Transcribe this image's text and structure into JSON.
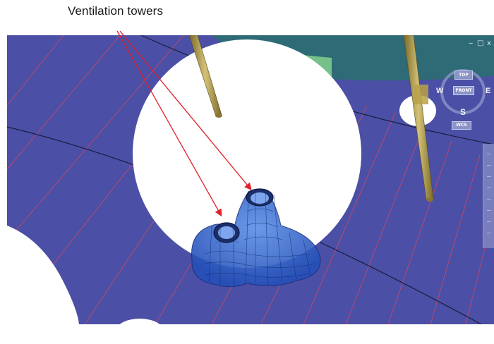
{
  "annotation": {
    "label": "Ventilation towers"
  },
  "window_controls": {
    "minimize": "‒",
    "restore": "□",
    "close": "x"
  },
  "viewcube": {
    "top_button": "TOP",
    "front_button": "FRONT",
    "west": "W",
    "east": "E",
    "south": "S",
    "wcs_button": "WCS"
  },
  "colors": {
    "ground_plane": "#4b4fa6",
    "grid_lines": "#c04a6a",
    "cutouts": "#ffffff",
    "towers": "#3b6fd6",
    "pipes": "#a48d3a",
    "top_surface": "#2c6d73",
    "arrows": "#e0202a"
  }
}
